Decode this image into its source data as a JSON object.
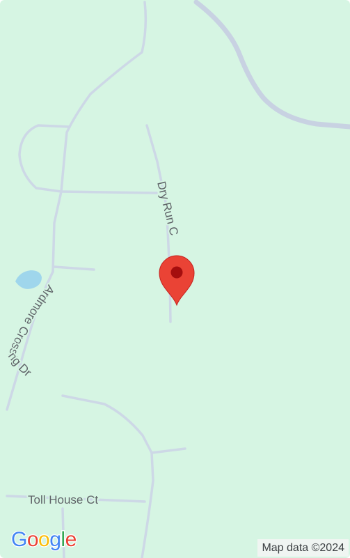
{
  "map": {
    "colors": {
      "land": "#d6f5e3",
      "road": "#cdd8e6",
      "major_road": "#c8d2e2",
      "water": "#9fd6ec",
      "marker": "#ea4335",
      "marker_dot": "#a50e0e",
      "label": "#5f6368"
    },
    "road_labels": {
      "dry_run": "Dry Run C",
      "ardmore": "Ardmore Crossing Dr",
      "toll_house": "Toll House Ct"
    },
    "marker": {
      "icon": "map-pin-icon"
    },
    "logo": {
      "letters": [
        "G",
        "o",
        "o",
        "g",
        "l",
        "e"
      ],
      "colors": [
        "#4285F4",
        "#EA4335",
        "#FBBC05",
        "#4285F4",
        "#34A853",
        "#EA4335"
      ]
    },
    "attribution": "Map data ©2024"
  }
}
